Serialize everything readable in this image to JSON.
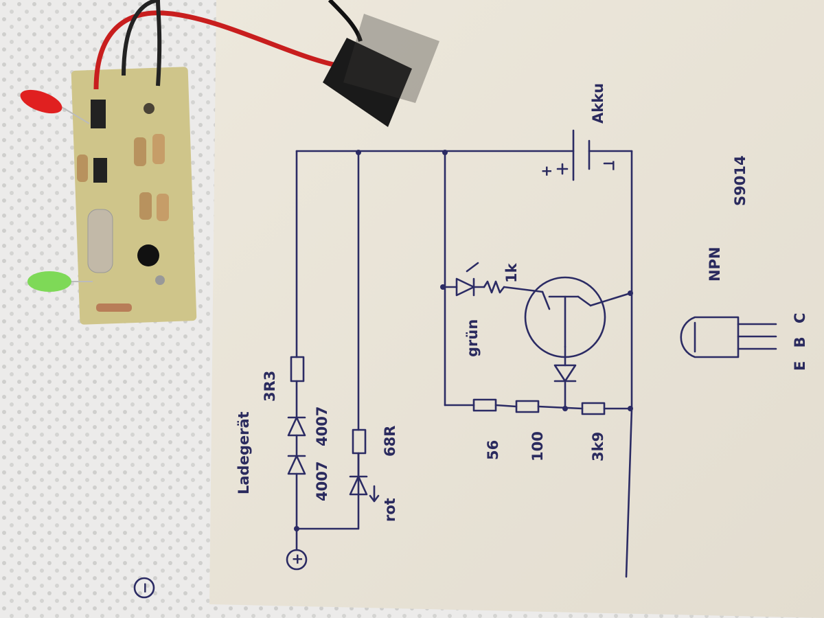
{
  "schematic": {
    "charger_label": "Ladegerät",
    "plus_symbol": "+",
    "minus_symbol": "−",
    "resistor_3r3": "3R3",
    "diode_1": "4007",
    "diode_2": "4007",
    "resistor_68r": "68R",
    "led_red": "rot",
    "led_green": "grün",
    "resistor_1k": "1k",
    "resistor_56": "56",
    "resistor_100": "100",
    "resistor_3k9": "3k9",
    "battery_label": "Akku",
    "battery_plus": "+",
    "battery_minus": "−",
    "transistor_model": "S9014",
    "transistor_type": "NPN",
    "pinout": "E B C"
  },
  "colors": {
    "paper": "#ebe6da",
    "ink": "#2b2b64",
    "pcb": "#cfc58a",
    "towel": "#ecebea",
    "wire_red": "#c81e1e",
    "led_red": "#e02020",
    "led_green": "#7ed957"
  }
}
